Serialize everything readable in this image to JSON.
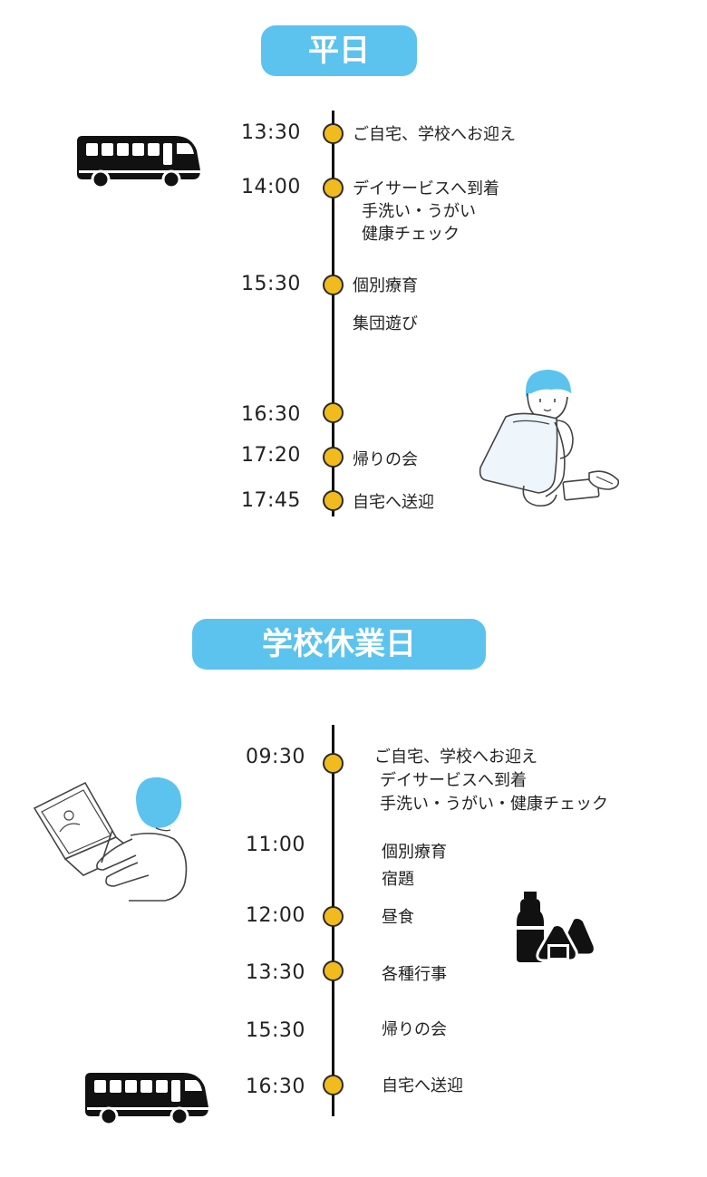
{
  "colors": {
    "badge": "#5bc3ee",
    "dot": "#f2bb1d",
    "line": "#111111"
  },
  "weekday": {
    "title": "平日",
    "entries": [
      {
        "time": "13:30",
        "lines": [
          "ご自宅、学校へお迎え"
        ]
      },
      {
        "time": "14:00",
        "lines": [
          "デイサービスへ到着",
          "手洗い・うがい",
          "健康チェック"
        ]
      },
      {
        "time": "15:30",
        "lines": [
          "個別療育"
        ]
      },
      {
        "lines": [
          "集団遊び"
        ]
      },
      {
        "time": "16:30"
      },
      {
        "time": "17:20",
        "lines": [
          "帰りの会"
        ]
      },
      {
        "time": "17:45",
        "lines": [
          "自宅へ送迎"
        ]
      }
    ],
    "icons": [
      "bus-icon",
      "child-with-backpack-illustration"
    ]
  },
  "holiday": {
    "title": "学校休業日",
    "entries": [
      {
        "time": "09:30",
        "lines": [
          "ご自宅、学校へお迎え",
          "デイサービスへ到着",
          "手洗い・うがい・健康チェック"
        ]
      },
      {
        "time": "11:00",
        "lines": [
          "個別療育",
          "宿題"
        ]
      },
      {
        "time": "12:00",
        "lines": [
          "昼食"
        ]
      },
      {
        "time": "13:30",
        "lines": [
          "各種行事"
        ]
      },
      {
        "time": "15:30",
        "lines": [
          "帰りの会"
        ]
      },
      {
        "time": "16:30",
        "lines": [
          "自宅へ送迎"
        ]
      }
    ],
    "icons": [
      "laptop-child-illustration",
      "lunch-icon",
      "bus-icon"
    ]
  }
}
